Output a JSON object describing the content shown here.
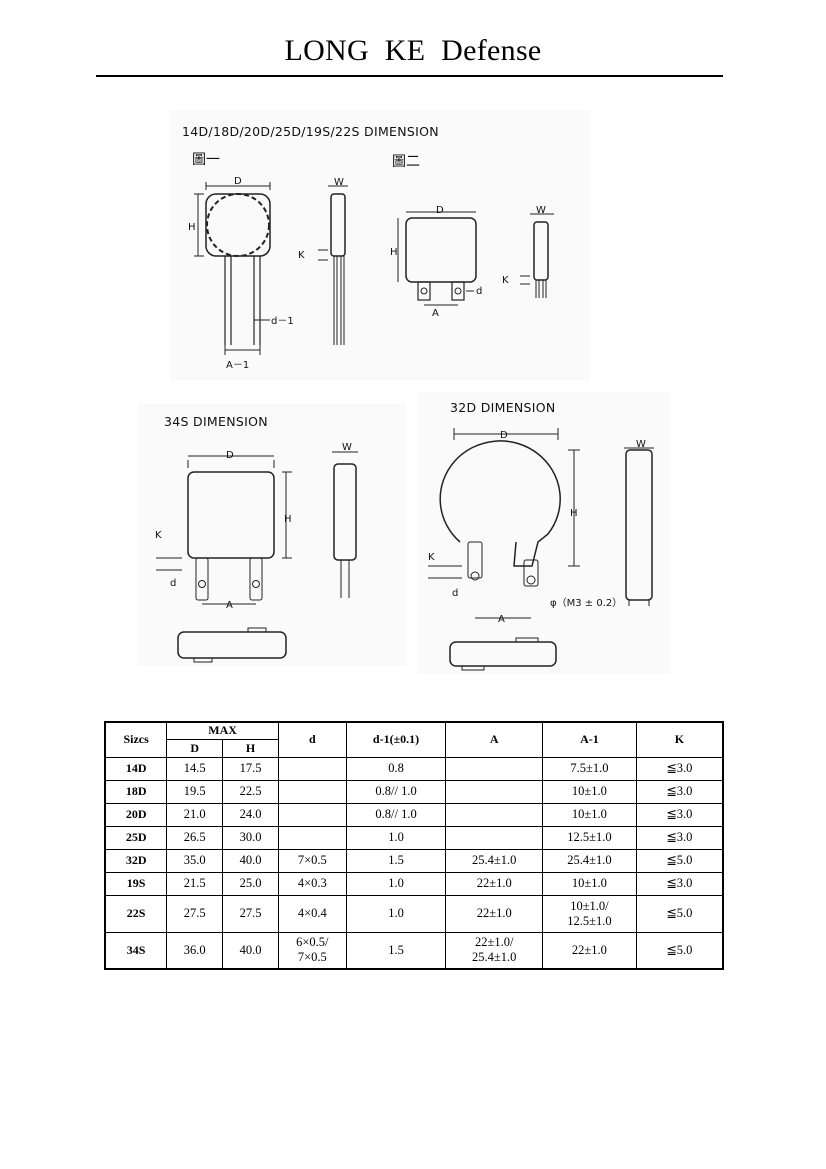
{
  "header": {
    "title": "LONG  KE  Defense"
  },
  "figures": {
    "top_left": {
      "title": "14D/18D/20D/25D/19S/22S   DIMENSION",
      "fig1_caption": "圖一",
      "fig2_caption": "圖二",
      "labels": {
        "D": "D",
        "H": "H",
        "W": "W",
        "K": "K",
        "d1": "d－1",
        "A1": "A－1",
        "d": "d",
        "A": "A"
      }
    },
    "bottom_left": {
      "title": "34S   DIMENSION",
      "labels": {
        "D": "D",
        "H": "H",
        "W": "W",
        "K": "K",
        "d": "d",
        "A": "A"
      }
    },
    "bottom_right": {
      "title": "32D   DIMENSION",
      "labels": {
        "D": "D",
        "H": "H",
        "W": "W",
        "K": "K",
        "d": "d",
        "A": "A",
        "phi": "φ（M3 ± 0.2）"
      }
    }
  },
  "table": {
    "headers": {
      "sizes": "Sizcs",
      "max": "MAX",
      "D": "D",
      "H": "H",
      "d": "d",
      "d1": "d-1(±0.1)",
      "A": "A",
      "A1": "A-1",
      "K": "K"
    },
    "rows": [
      {
        "size": "14D",
        "D": "14.5",
        "H": "17.5",
        "d": "",
        "d1": "0.8",
        "A": "",
        "A1": "7.5±1.0",
        "K": "≦3.0"
      },
      {
        "size": "18D",
        "D": "19.5",
        "H": "22.5",
        "d": "",
        "d1": "0.8// 1.0",
        "A": "",
        "A1": "10±1.0",
        "K": "≦3.0"
      },
      {
        "size": "20D",
        "D": "21.0",
        "H": "24.0",
        "d": "",
        "d1": "0.8// 1.0",
        "A": "",
        "A1": "10±1.0",
        "K": "≦3.0"
      },
      {
        "size": "25D",
        "D": "26.5",
        "H": "30.0",
        "d": "",
        "d1": "1.0",
        "A": "",
        "A1": "12.5±1.0",
        "K": "≦3.0"
      },
      {
        "size": "32D",
        "D": "35.0",
        "H": "40.0",
        "d": "7×0.5",
        "d1": "1.5",
        "A": "25.4±1.0",
        "A1": "25.4±1.0",
        "K": "≦5.0"
      },
      {
        "size": "19S",
        "D": "21.5",
        "H": "25.0",
        "d": "4×0.3",
        "d1": "1.0",
        "A": "22±1.0",
        "A1": "10±1.0",
        "K": "≦3.0"
      },
      {
        "size": "22S",
        "D": "27.5",
        "H": "27.5",
        "d": "4×0.4",
        "d1": "1.0",
        "A": "22±1.0",
        "A1": [
          "10±1.0/",
          "12.5±1.0"
        ],
        "K": "≦5.0"
      },
      {
        "size": "34S",
        "D": "36.0",
        "H": "40.0",
        "d": [
          "6×0.5/",
          "7×0.5"
        ],
        "d1": "1.5",
        "A": [
          "22±1.0/",
          "25.4±1.0"
        ],
        "A1": "22±1.0",
        "K": "≦5.0"
      }
    ]
  }
}
